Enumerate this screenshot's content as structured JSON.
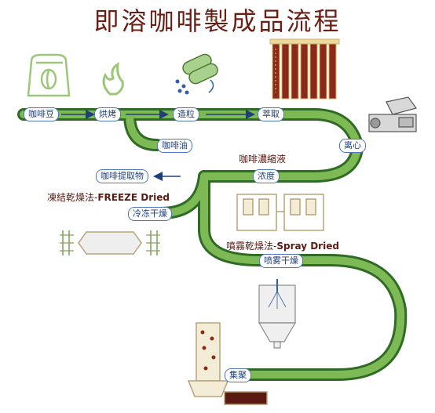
{
  "title": "即溶咖啡製成品流程",
  "steps": {
    "coffee_bean": "咖啡豆",
    "roasting": "烘烤",
    "granulating": "造粒",
    "extraction": "萃取",
    "centrifuge": "离心",
    "coffee_oil": "咖啡油",
    "concentration": "浓度",
    "coffee_extract": "咖啡提取物",
    "freeze_drying": "冷冻干燥",
    "spray_drying": "喷雾干燥",
    "collection": "集聚"
  },
  "labels": {
    "concentrate": "咖啡濃縮液",
    "freeze_method_cn": "凍結乾燥法-",
    "freeze_method_en": "FREEZE Dried",
    "spray_method_cn": "噴霧乾燥法-",
    "spray_method_en": "Spray Dried"
  },
  "colors": {
    "pipe": "#6aa84f",
    "pipe_border": "#2f6b24",
    "step_border": "#4f76b8",
    "step_text": "#1e3f7a",
    "title": "#6b1f14"
  }
}
